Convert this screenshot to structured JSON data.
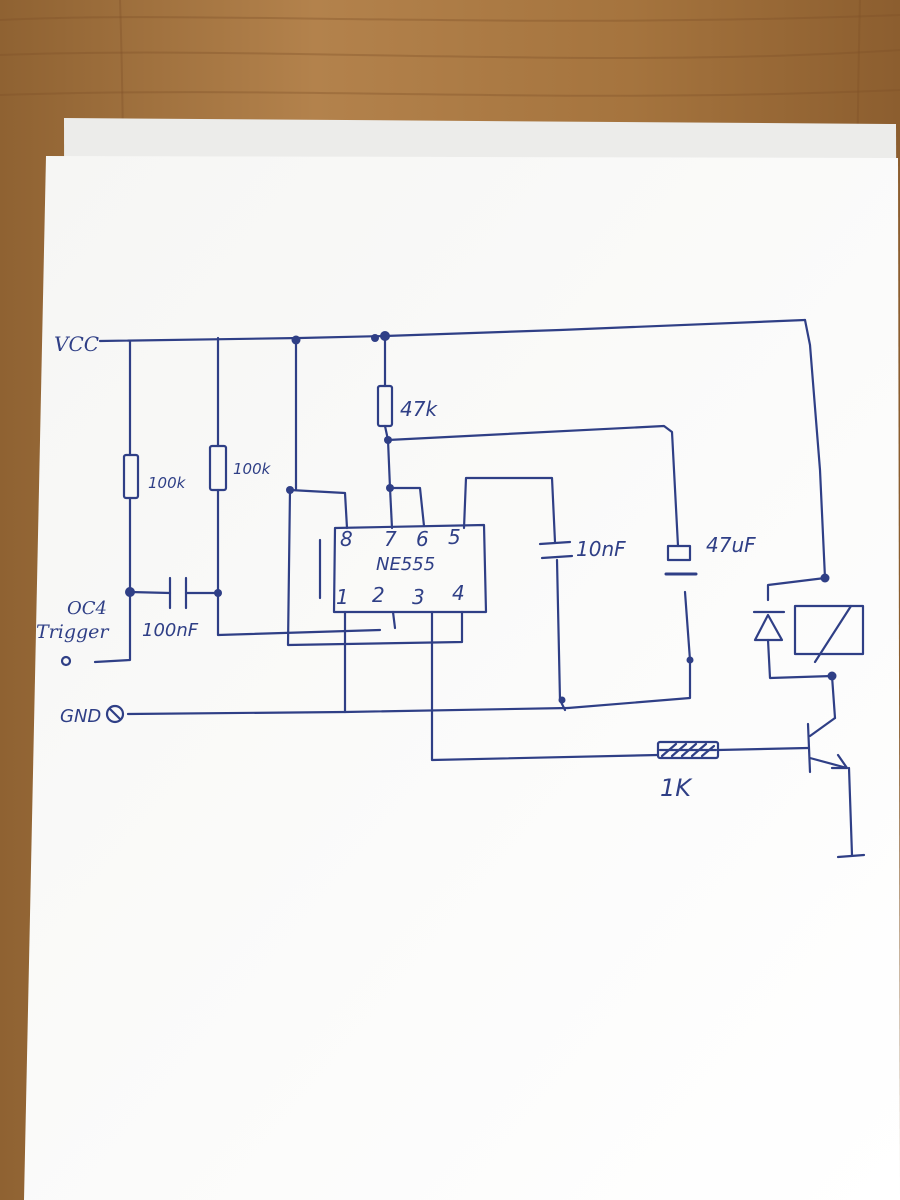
{
  "schematic": {
    "supply": {
      "label": "VCC"
    },
    "ground": {
      "label": "GND"
    },
    "trigger": {
      "label_line1": "OC4",
      "label_line2": "Trigger"
    },
    "ic": {
      "name": "NE555",
      "top_pins": [
        "8",
        "7",
        "6",
        "5"
      ],
      "bottom_pins": [
        "1",
        "2",
        "3",
        "4"
      ]
    },
    "components": {
      "r_left1": "100k",
      "r_left2": "100k",
      "c_trigger": "100nF",
      "r_timing": "47k",
      "c_control": "10nF",
      "c_timing": "47uF",
      "r_base": "1K"
    },
    "colors": {
      "ink": "#2f3f86",
      "paper": "#fbfbf9",
      "wood": "#a4743f"
    }
  }
}
